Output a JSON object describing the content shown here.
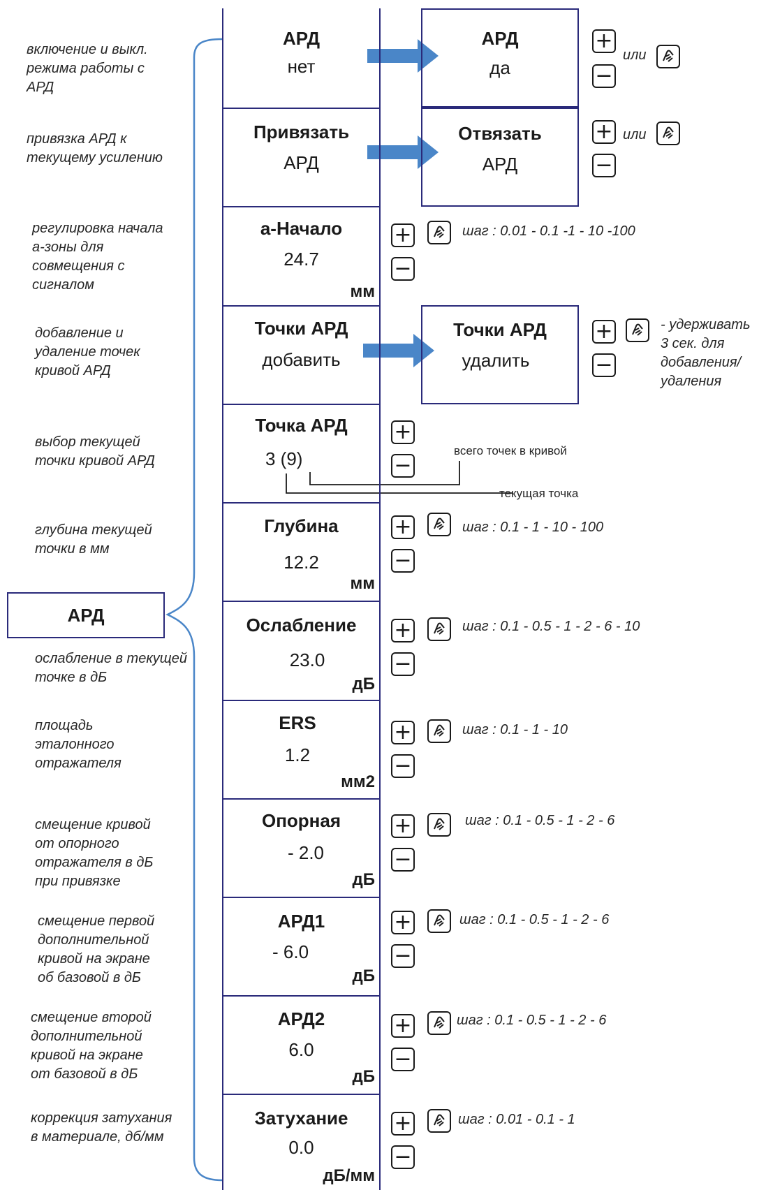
{
  "title_box": "АРД",
  "descriptions": [
    "включение и выкл.\nрежима работы с\nАРД",
    "привязка АРД к\nтекущему усилению",
    "регулировка начала\nа-зоны для\nсовмещения  с\nсигналом",
    "добавление и\nудаление точек\nкривой АРД",
    "выбор текущей\nточки кривой АРД",
    "глубина текущей\nточки в мм",
    "ослабление в текущей\nточке в дБ",
    "площадь\nэталонного\nотражателя",
    "смещение кривой\nот опорного\nотражателя в дБ\nпри привязке",
    "смещение первой\nдополнительной\nкривой на экране\nоб базовой в дБ",
    "смещение второй\nдополнительной\nкривой на экране\nот базовой в дБ",
    "коррекция затухания\nв материале, дб/мм"
  ],
  "menu": [
    {
      "title": "АРД",
      "value": "нет",
      "unit": ""
    },
    {
      "title": "Привязать",
      "value": "АРД",
      "unit": ""
    },
    {
      "title": "а-Начало",
      "value": "24.7",
      "unit": "мм"
    },
    {
      "title": "Точки АРД",
      "value": "добавить",
      "unit": ""
    },
    {
      "title": "Точка АРД",
      "value": "3 (9)",
      "unit": ""
    },
    {
      "title": "Глубина",
      "value": "12.2",
      "unit": "мм"
    },
    {
      "title": "Ослабление",
      "value": "23.0",
      "unit": "дБ"
    },
    {
      "title": "ERS",
      "value": "1.2",
      "unit": "мм2"
    },
    {
      "title": "Опорная",
      "value": "- 2.0",
      "unit": "дБ"
    },
    {
      "title": "АРД1",
      "value": "- 6.0",
      "unit": "дБ"
    },
    {
      "title": "АРД2",
      "value": "6.0",
      "unit": "дБ"
    },
    {
      "title": "Затухание",
      "value": "0.0",
      "unit": "дБ/мм"
    }
  ],
  "alt_states": [
    {
      "title": "АРД",
      "value": "да"
    },
    {
      "title": "Отвязать",
      "value": "АРД"
    },
    {
      "title": "Точки АРД",
      "value": "удалить"
    }
  ],
  "buttons": {
    "plus": "+",
    "minus": "−"
  },
  "notes": {
    "ili": "или",
    "hold": "- удерживать\n3 сек. для\nдобавления/\nудаления",
    "total_points": "всего точек в кривой",
    "current_point": "текущая точка",
    "step_anach": "шаг : 0.01 - 0.1 -1 - 10 -100",
    "step_depth": "шаг : 0.1 - 1 - 10 - 100",
    "step_atten": "шаг : 0.1 - 0.5 - 1 - 2 - 6 - 10",
    "step_ers": "шаг : 0.1 - 1 - 10",
    "step_ref": "шаг : 0.1 - 0.5 - 1 - 2 - 6",
    "step_ard1": "шаг : 0.1 - 0.5 - 1 - 2 - 6",
    "step_ard2": "шаг : 0.1 - 0.5 - 1 - 2 - 6",
    "step_damp": "шаг : 0.01 - 0.1 - 1"
  },
  "icons": [
    "plus-button-icon",
    "minus-button-icon",
    "hand-knob-icon",
    "right-arrow-icon",
    "curly-brace-icon"
  ],
  "colors": {
    "line": "#2a2a7a",
    "arrow": "#4a86c8",
    "brace": "#4a86c8",
    "text": "#1a1a1a"
  }
}
